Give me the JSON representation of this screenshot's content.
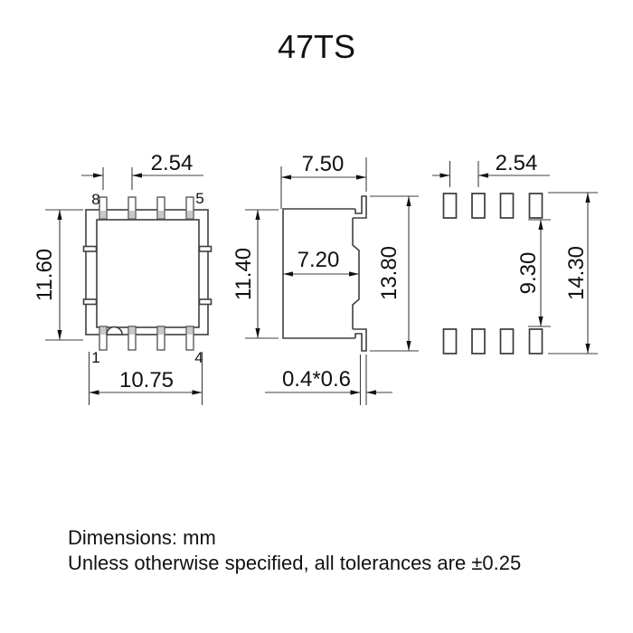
{
  "title": "47TS",
  "views": {
    "top": {
      "pins": {
        "top_left": "8",
        "top_right": "5",
        "bottom_left": "1",
        "bottom_right": "4"
      },
      "dims": {
        "pin_pitch": "2.54",
        "body_height": "11.60",
        "body_width": "10.75"
      }
    },
    "side": {
      "dims": {
        "top_width": "7.50",
        "body_width": "7.20",
        "body_height": "11.40",
        "overall_height": "13.80",
        "lead_size": "0.4*0.6"
      }
    },
    "footprint": {
      "dims": {
        "pad_pitch": "2.54",
        "inner_span": "9.30",
        "outer_span": "14.30"
      }
    }
  },
  "notes": {
    "units": "Dimensions: mm",
    "tolerance": "Unless otherwise specified, all tolerances are ±0.25"
  },
  "colors": {
    "line": "#3f3f3f",
    "text": "#111111",
    "background": "#ffffff",
    "pin_shade": "#c9c9c9"
  }
}
